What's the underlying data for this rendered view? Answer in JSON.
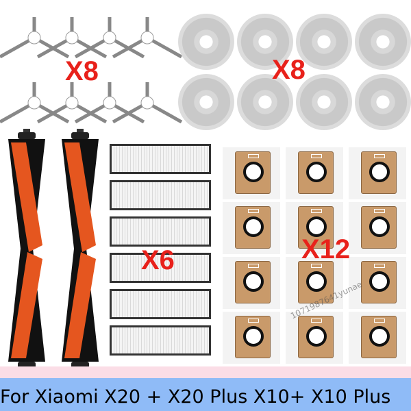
{
  "labels": {
    "side_brushes": "X8",
    "mops": "X8",
    "filters": "X6",
    "bags": "X12"
  },
  "banner": "For Xiaomi X20 + X20 Plus X10+ X10 Plus",
  "watermark": "1071987641yunae",
  "counts": {
    "side_brushes": 8,
    "mops": 8,
    "rollers": 2,
    "filters": 6,
    "bags": 12
  },
  "colors": {
    "label": "#e8211b",
    "banner_bg": "#8fbbf7",
    "roller": "#e5561f",
    "bag": "#c99a6a"
  }
}
